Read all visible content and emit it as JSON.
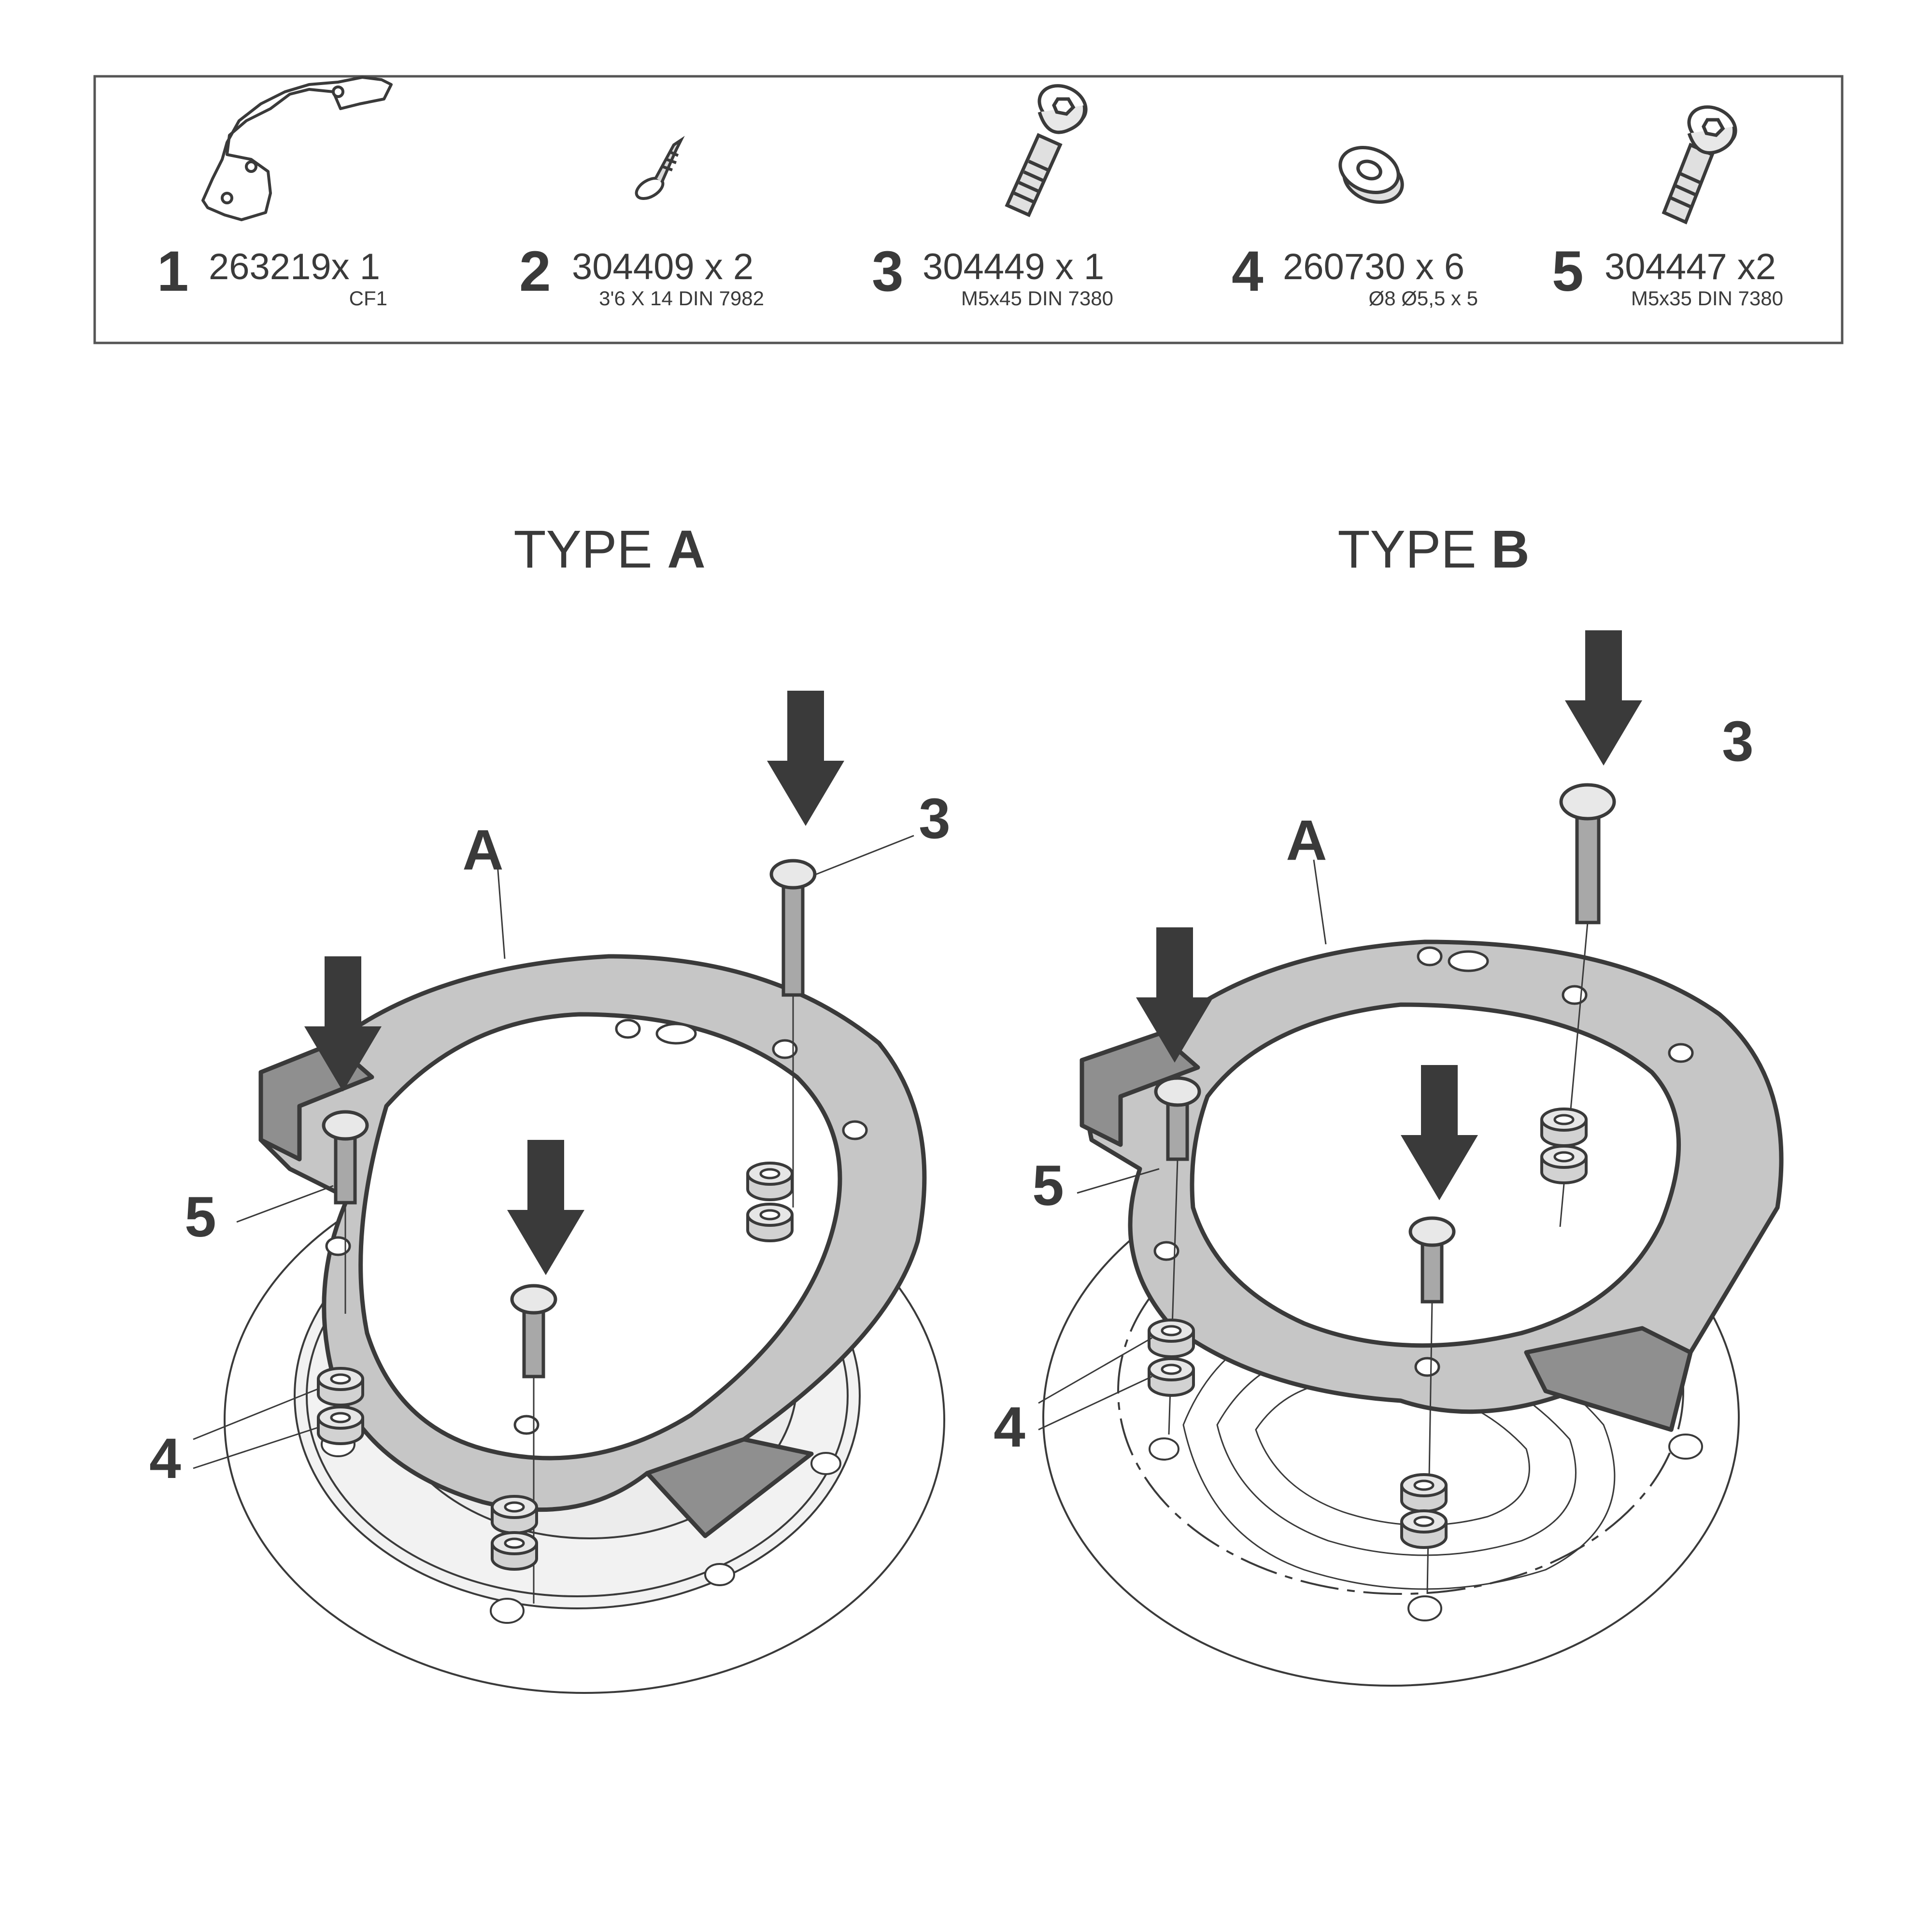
{
  "parts": [
    {
      "number": "1",
      "code": "263219x 1",
      "spec": "CF1",
      "icon": "bracket-icon"
    },
    {
      "number": "2",
      "code": "304409 x 2",
      "spec": "3'6 X 14 DIN 7982",
      "icon": "countersunk-screw-icon"
    },
    {
      "number": "3",
      "code": "304449 x 1",
      "spec": "M5x45 DIN 7380",
      "icon": "long-bolt-icon"
    },
    {
      "number": "4",
      "code": "260730 x 6",
      "spec": "Ø8 Ø5,5 x 5",
      "icon": "spacer-icon"
    },
    {
      "number": "5",
      "code": "304447 x2",
      "spec": "M5x35 DIN 7380",
      "icon": "short-bolt-icon"
    }
  ],
  "type_a": {
    "title_prefix": "TYPE ",
    "title_letter": "A",
    "labels": {
      "ring": "A",
      "bolt_long": "3",
      "bolt_short": "5",
      "spacers": "4"
    }
  },
  "type_b": {
    "title_prefix": "TYPE ",
    "title_letter": "B",
    "labels": {
      "ring": "A",
      "bolt_long": "3",
      "bolt_short": "5",
      "spacers": "4"
    }
  },
  "colors": {
    "ink": "#3a3a3a",
    "ring_fill": "#c6c6c6",
    "ring_shadow": "#8f8f8f",
    "arrow": "#3a3a3a"
  }
}
